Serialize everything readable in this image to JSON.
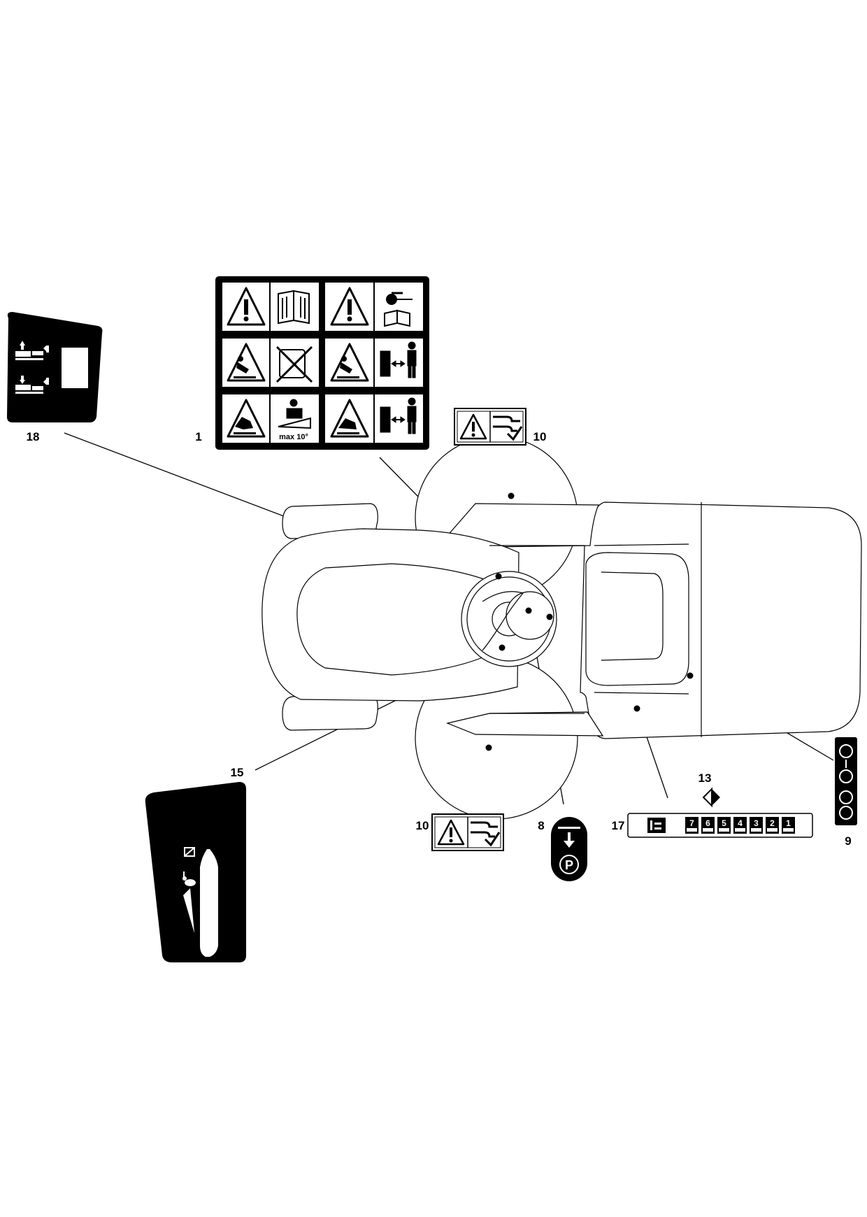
{
  "callouts": {
    "c1": "1",
    "c8": "8",
    "c9": "9",
    "c10a": "10",
    "c10b": "10",
    "c13": "13",
    "c15": "15",
    "c17": "17",
    "c18": "18"
  },
  "decal1": {
    "slope_text": "max 10°"
  },
  "decal17": {
    "gears": [
      "7",
      "6",
      "5",
      "4",
      "3",
      "2",
      "1"
    ]
  },
  "colors": {
    "ink": "#000000",
    "paper": "#ffffff"
  }
}
